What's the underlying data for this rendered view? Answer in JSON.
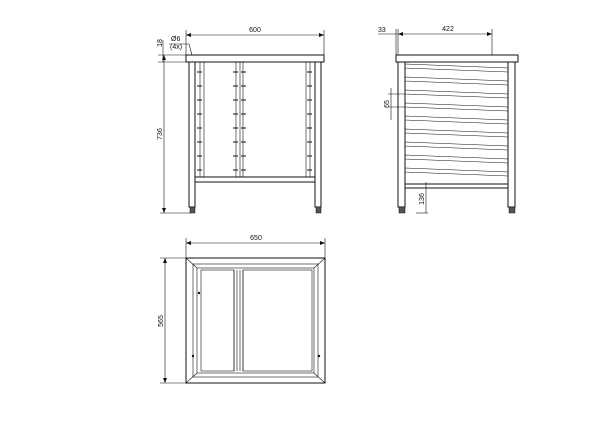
{
  "drawing": {
    "front_view": {
      "width_dim": "600",
      "height_dim": "736",
      "top_thickness_dim": "18",
      "foot_dim": "Ø6",
      "foot_count": "(4x)"
    },
    "side_view": {
      "depth_dim": "422",
      "offset_dim": "33",
      "rail_spacing_dim": "65",
      "bottom_clearance_dim": "136"
    },
    "top_view": {
      "width_dim": "650",
      "depth_dim": "565"
    }
  }
}
